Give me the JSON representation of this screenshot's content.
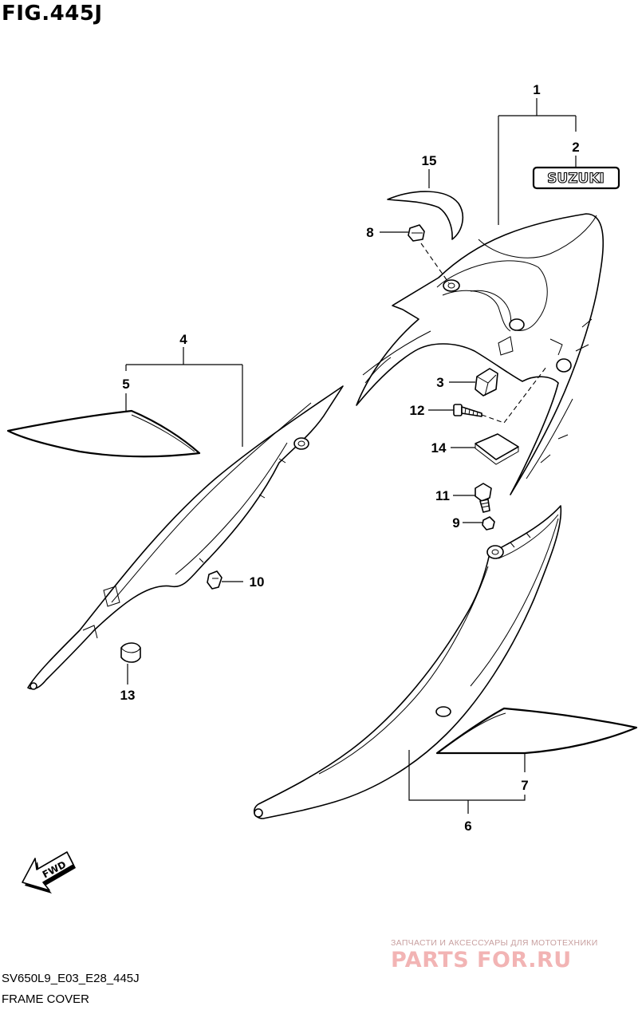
{
  "figure": {
    "title": "FIG.445J"
  },
  "decal_text": "SUZUKI",
  "fwd_text": "FWD",
  "callouts": {
    "c1": "1",
    "c2": "2",
    "c3": "3",
    "c4": "4",
    "c5": "5",
    "c6": "6",
    "c7": "7",
    "c8": "8",
    "c9": "9",
    "c10": "10",
    "c11": "11",
    "c12": "12",
    "c13": "13",
    "c14": "14",
    "c15": "15"
  },
  "footer": {
    "code": "SV650L9_E03_E28_445J",
    "name": "FRAME COVER"
  },
  "watermark": {
    "top": "ЗАПЧАСТИ И АКСЕССУАРЫ ДЛЯ МОТОТЕХНИКИ",
    "logo": "PARTS FOR.RU"
  }
}
